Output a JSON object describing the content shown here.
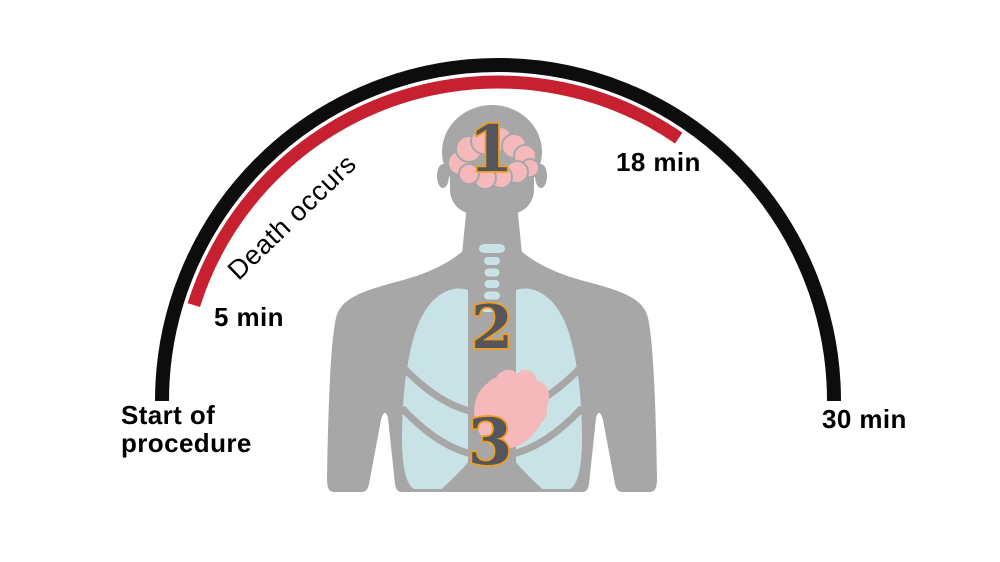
{
  "timeline": {
    "start_label_line1": "Start of",
    "start_label_line2": "procedure",
    "marker_5min": "5 min",
    "death_label": "Death occurs",
    "marker_18min": "18 min",
    "marker_30min": "30 min"
  },
  "organ_markers": [
    {
      "number": "1",
      "organ": "brain"
    },
    {
      "number": "2",
      "organ": "lungs"
    },
    {
      "number": "3",
      "organ": "heart"
    }
  ],
  "colors": {
    "arc_black": "#0d0d0d",
    "arc_red": "#c72030",
    "body_gray": "#a8a7a7",
    "organ_blue": "#c8e2e5",
    "organ_pink": "#f6b9bb",
    "number_fill": "#55565b",
    "number_outline": "#f09d1e"
  }
}
